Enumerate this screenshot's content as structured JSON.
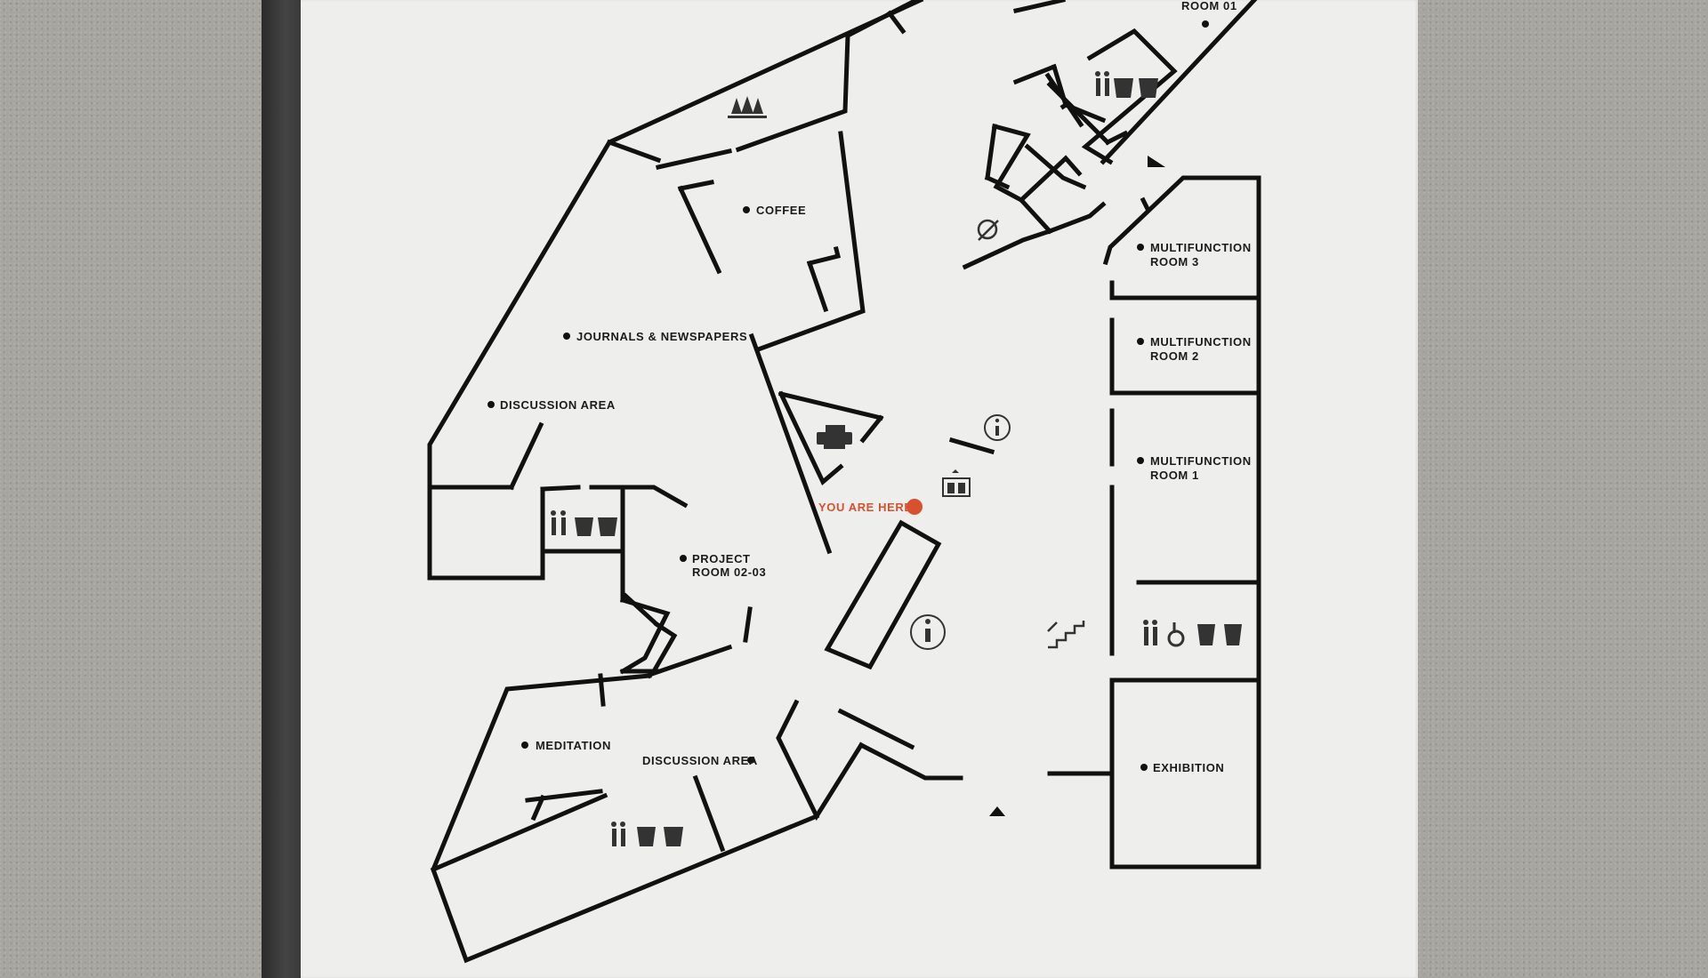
{
  "floor_plan": {
    "locations": [
      {
        "id": "room01",
        "label": "ROOM 01"
      },
      {
        "id": "coffee",
        "label": "COFFEE"
      },
      {
        "id": "journals",
        "label": "JOURNALS & NEWSPAPERS"
      },
      {
        "id": "discussion1",
        "label": "DISCUSSION AREA"
      },
      {
        "id": "project",
        "label_line1": "PROJECT",
        "label_line2": "ROOM 02-03"
      },
      {
        "id": "meditation",
        "label": "MEDITATION"
      },
      {
        "id": "discussion2",
        "label": "DISCUSSION AREA"
      },
      {
        "id": "mf3",
        "label_line1": "MULTIFUNCTION",
        "label_line2": "ROOM 3"
      },
      {
        "id": "mf2",
        "label_line1": "MULTIFUNCTION",
        "label_line2": "ROOM 2"
      },
      {
        "id": "mf1",
        "label_line1": "MULTIFUNCTION",
        "label_line2": "ROOM 1"
      },
      {
        "id": "exhibition",
        "label": "EXHIBITION"
      }
    ],
    "you_are_here": "YOU ARE HERE",
    "colors": {
      "wall": "#111111",
      "you_are_here": "#d8512f",
      "panel": "#eeeeec",
      "icon": "#333333"
    },
    "icons": [
      "trees-icon",
      "printer-icon",
      "elevator-icon",
      "info-icon",
      "stairs-icon",
      "restroom-icon",
      "accessible-icon",
      "recycle-bin-icon",
      "trash-bin-icon",
      "no-phone-icon",
      "entrance-arrow-icon"
    ]
  }
}
